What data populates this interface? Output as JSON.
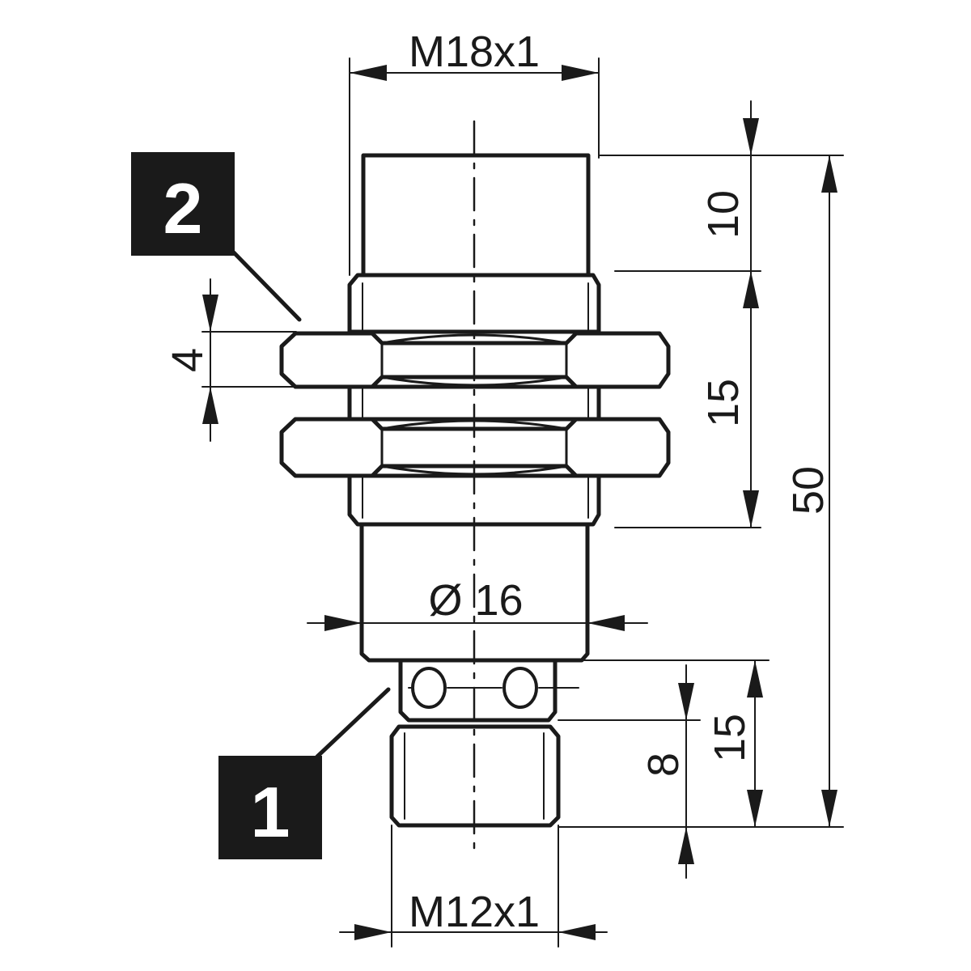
{
  "drawing": {
    "callouts": [
      {
        "label": "2"
      },
      {
        "label": "1"
      }
    ],
    "dimensions": {
      "thread_top": "M18x1",
      "thread_bottom": "M12x1",
      "diameter": "Ø 16",
      "nut_thickness": "4",
      "head_length": "10",
      "thread_length": "15",
      "overall_length": "50",
      "connector_length": "15",
      "connector_thread": "8"
    },
    "colors": {
      "line": "#1a1a1a",
      "background": "#ffffff",
      "callout_fill": "#1a1a1a"
    }
  }
}
